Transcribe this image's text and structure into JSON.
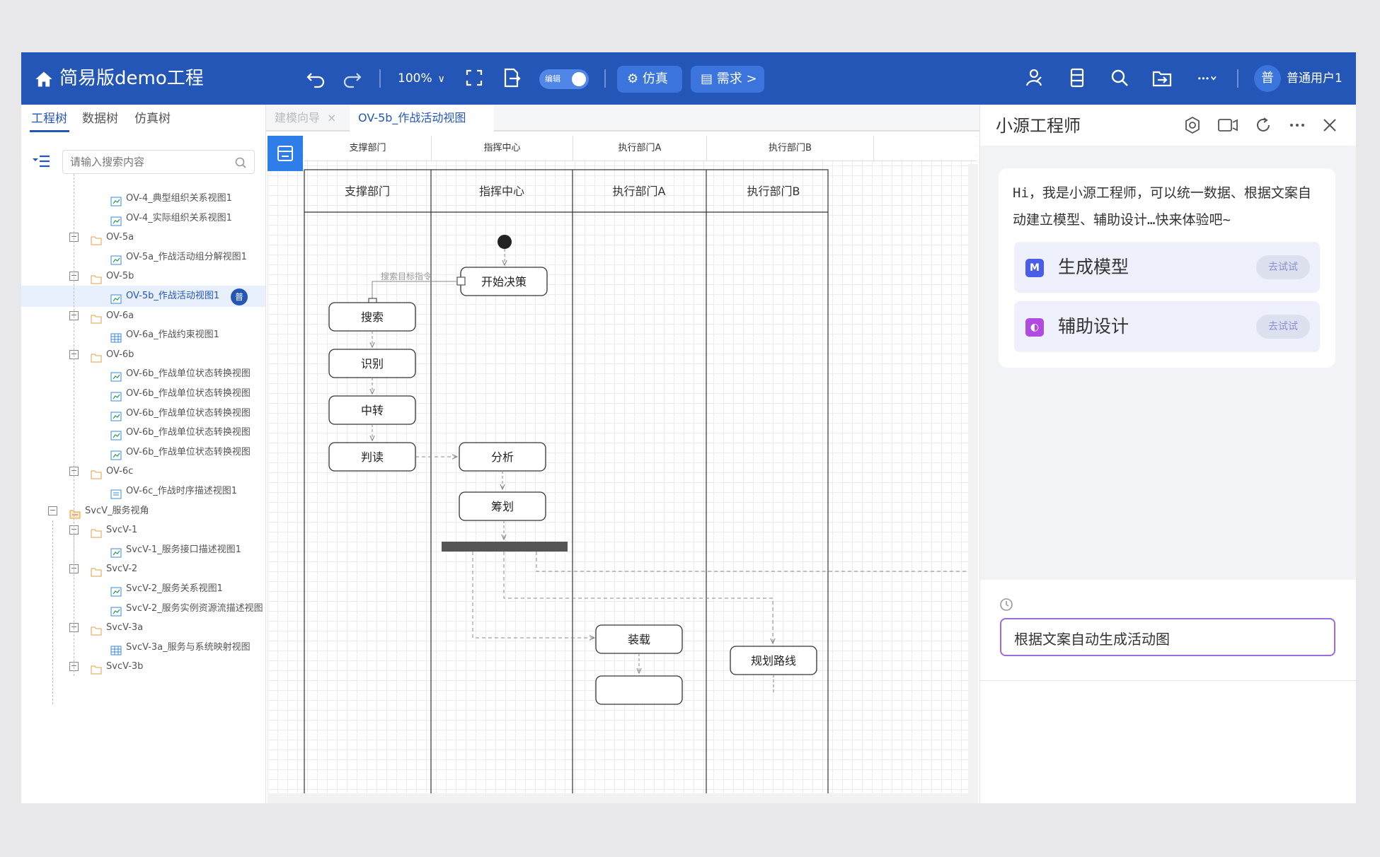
{
  "header": {
    "title": "简易版demo工程",
    "zoom": "100%",
    "toggle_label": "编辑",
    "simulate_label": "仿真",
    "requirement_label": "需求",
    "avatar_char": "普",
    "username": "普通用户1"
  },
  "left_panel": {
    "tabs": [
      "工程树",
      "数据树",
      "仿真树"
    ],
    "search_placeholder": "请输入搜索内容",
    "tree": [
      {
        "label": "OV-4_典型组织关系视图1",
        "type": "view"
      },
      {
        "label": "OV-4_实际组织关系视图1",
        "type": "view"
      },
      {
        "label": "OV-5a",
        "type": "folder"
      },
      {
        "label": "OV-5a_作战活动组分解视图1",
        "type": "view"
      },
      {
        "label": "OV-5b",
        "type": "folder"
      },
      {
        "label": "OV-5b_作战活动视图1",
        "type": "view",
        "selected": true,
        "badge": "普"
      },
      {
        "label": "OV-6a",
        "type": "folder"
      },
      {
        "label": "OV-6a_作战约束视图1",
        "type": "table"
      },
      {
        "label": "OV-6b",
        "type": "folder"
      },
      {
        "label": "OV-6b_作战单位状态转换视图",
        "type": "view"
      },
      {
        "label": "OV-6b_作战单位状态转换视图",
        "type": "view"
      },
      {
        "label": "OV-6b_作战单位状态转换视图",
        "type": "view"
      },
      {
        "label": "OV-6b_作战单位状态转换视图",
        "type": "view"
      },
      {
        "label": "OV-6b_作战单位状态转换视图",
        "type": "view"
      },
      {
        "label": "OV-6c",
        "type": "folder"
      },
      {
        "label": "OV-6c_作战时序描述视图1",
        "type": "doc"
      },
      {
        "label": "SvcV_服务视角",
        "type": "rootfolder"
      },
      {
        "label": "SvcV-1",
        "type": "folder"
      },
      {
        "label": "SvcV-1_服务接口描述视图1",
        "type": "view"
      },
      {
        "label": "SvcV-2",
        "type": "folder"
      },
      {
        "label": "SvcV-2_服务关系视图1",
        "type": "view"
      },
      {
        "label": "SvcV-2_服务实例资源流描述视图",
        "type": "view"
      },
      {
        "label": "SvcV-3a",
        "type": "folder"
      },
      {
        "label": "SvcV-3a_服务与系统映射视图",
        "type": "table"
      },
      {
        "label": "SvcV-3b",
        "type": "folder"
      }
    ]
  },
  "canvas": {
    "tabs": [
      {
        "label": "建模向导",
        "active": false
      },
      {
        "label": "OV-5b_作战活动视图1",
        "active": true
      }
    ],
    "lanes": [
      "支撑部门",
      "指挥中心",
      "执行部门A",
      "执行部门B"
    ],
    "nodes": {
      "start_decision": "开始决策",
      "search": "搜索",
      "identify": "识别",
      "relay": "中转",
      "interpret": "判读",
      "analyze": "分析",
      "plan": "筹划",
      "load": "装载",
      "route": "规划路线"
    },
    "edge_label": "搜索目标指令"
  },
  "assistant": {
    "title": "小源工程师",
    "greeting": "Hi，我是小源工程师，可以统一数据、根据文案自动建立模型、辅助设计…快来体验吧~",
    "actions": [
      {
        "label": "生成模型",
        "icon_char": "M",
        "color": "#4a5de8",
        "try_label": "去试试"
      },
      {
        "label": "辅助设计",
        "icon_char": "◐",
        "color": "#b14ae0",
        "try_label": "去试试"
      }
    ],
    "prompt_value": "根据文案自动生成活动图"
  }
}
